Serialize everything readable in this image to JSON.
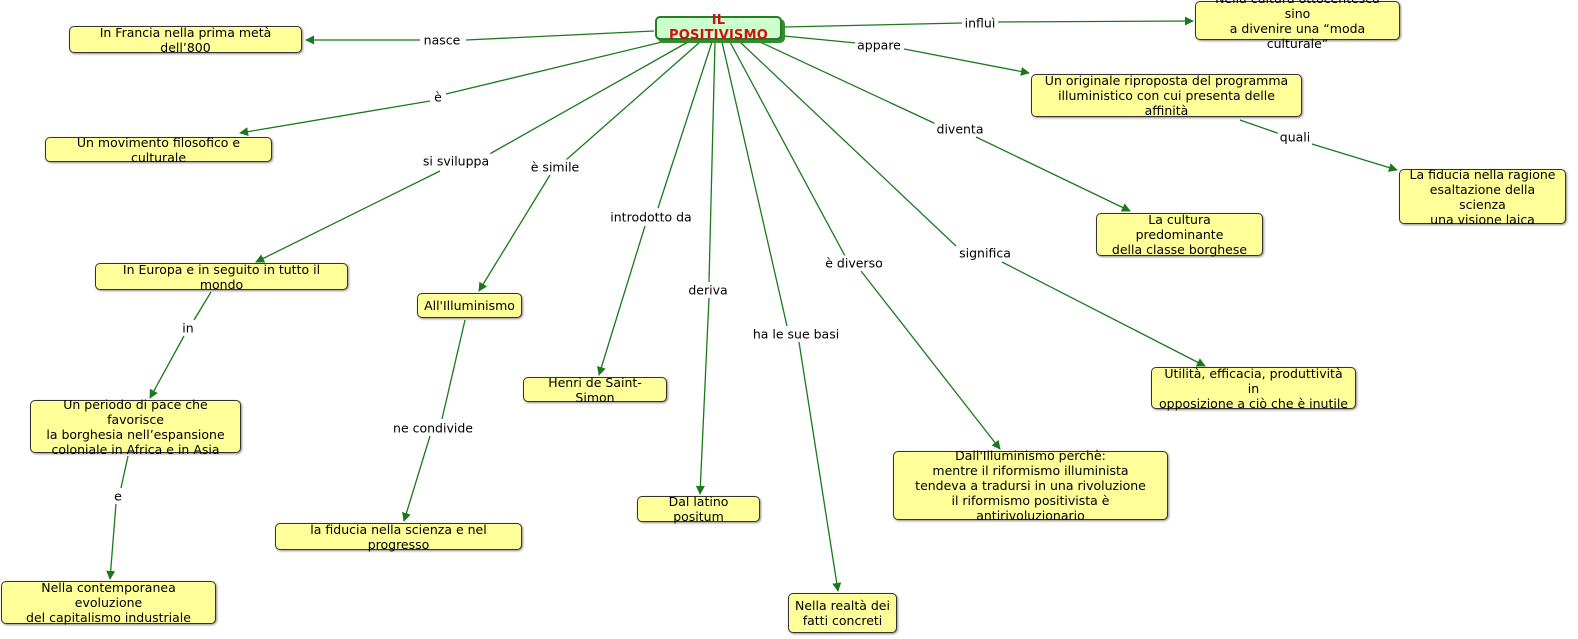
{
  "colors": {
    "link": "#1a7a1a",
    "node_fill": "#ffff99",
    "root_fill": "#ccffcc",
    "root_text": "#d01010"
  },
  "root": {
    "text": "IL POSITIVISMO"
  },
  "nodes": {
    "francia": "In Francia nella prima metà dell’800",
    "cultura_otto": "Nella cultura ottocentesca sino\na divenire una “moda culturale”",
    "movimento": "Un movimento filosofico e culturale",
    "riproposta": "Un originale riproposta del programma\nilluministico con cui presenta delle affinità",
    "fiducia_ragione": "La fiducia nella ragione\nesaltazione della scienza\nuna visione laica",
    "cultura_predominante": "La cultura predominante\ndella classe borghese",
    "europa": "In Europa e in seguito in tutto il mondo",
    "illuminismo": "All'Illuminismo",
    "saint_simon": "Henri de Saint-Simon",
    "utilita": "Utilità, efficacia, produttività in\nopposizione a ciò che è inutile",
    "periodo_pace": "Un periodo di pace che favorisce\nla borghesia nell’espansione\ncoloniale in Africa e in Asia",
    "dall_illuminismo": "Dall'Illuminismo perchè:\nmentre il riformismo illuminista\ntendeva a tradursi in una rivoluzione\nil riformismo positivista è antirivoluzionario",
    "dal_latino": "Dal latino positum",
    "fiducia_scienza": "la fiducia nella scienza e nel progresso",
    "capitalismo": "Nella contemporanea evoluzione\ndel capitalismo industriale",
    "realta": "Nella realtà dei\nfatti concreti"
  },
  "labels": {
    "nasce": "nasce",
    "influi": "influì",
    "appare": "appare",
    "e_verb": "è",
    "quali": "quali",
    "diventa": "diventa",
    "si_sviluppa": "si sviluppa",
    "e_simile": "è simile",
    "introdotto_da": "introdotto da",
    "significa": "significa",
    "e_diverso": "è diverso",
    "deriva": "deriva",
    "ha_le_sue_basi": "ha le sue basi",
    "in": "in",
    "ne_condivide": "ne condivide",
    "e_conj": "e"
  }
}
